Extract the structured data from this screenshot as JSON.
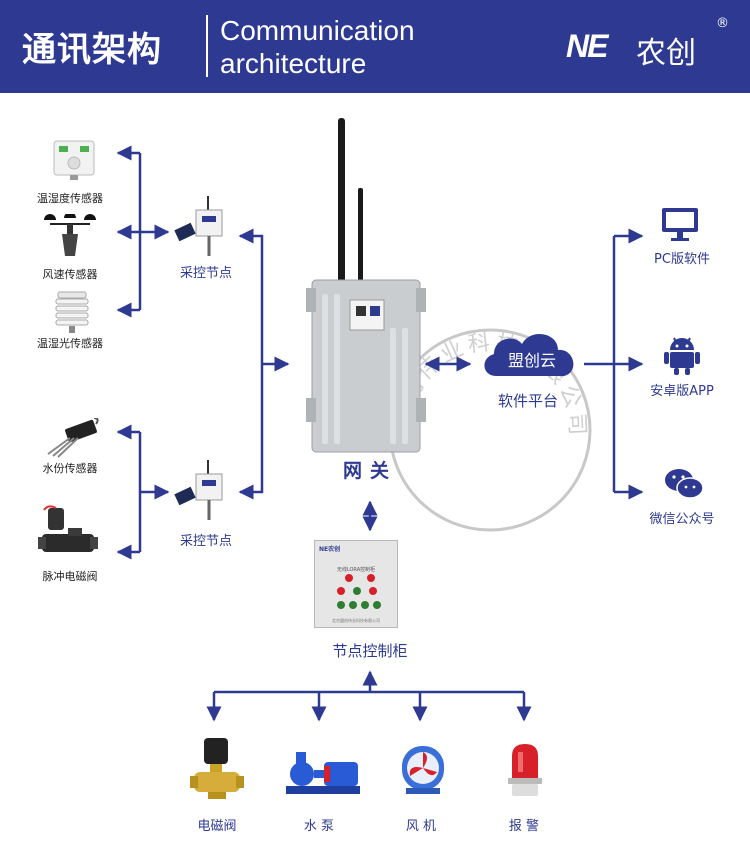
{
  "header": {
    "title_cn": "通讯架构",
    "title_en_line1": "Communication",
    "title_en_line2": "architecture",
    "logo_mark": "NE",
    "logo_text": "农创",
    "logo_reg": "®"
  },
  "sensors": {
    "temp_humidity": "温湿度传感器",
    "wind_speed": "风速传感器",
    "temp_humidity_light": "温湿光传感器",
    "water": "水份传感器",
    "pulse_valve": "脉冲电磁阀"
  },
  "nodes": {
    "top_node": "采控节点",
    "bottom_node": "采控节点"
  },
  "gateway": {
    "label": "网关"
  },
  "cloud": {
    "name": "盟创云",
    "label": "软件平台"
  },
  "clients": {
    "pc": "PC版软件",
    "android": "安卓版APP",
    "wechat": "微信公众号"
  },
  "cabinet": {
    "label": "节点控制柜",
    "panel_brand": "NE农创",
    "panel_title": "无线LORA控制柜",
    "panel_footer": "北京盟创伟业科技有限公司"
  },
  "actuators": {
    "valve": "电磁阀",
    "pump": "水 泵",
    "fan": "风 机",
    "alarm": "报 警"
  },
  "watermark": {
    "text": "盟创伟业科技有限公司"
  },
  "colors": {
    "brand": "#2e3a92",
    "alarm": "#d7202a"
  }
}
